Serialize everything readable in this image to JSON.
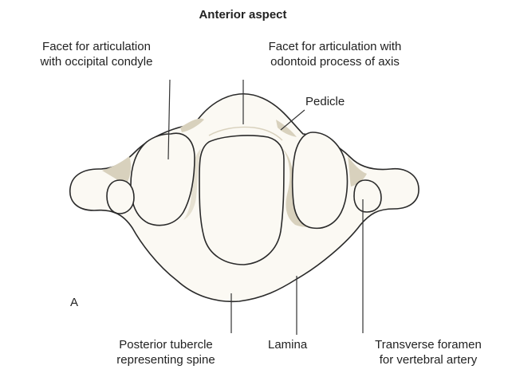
{
  "title": "Anterior aspect",
  "panel_letter": "A",
  "labels": {
    "facet_condyle_line1": "Facet for articulation",
    "facet_condyle_line2": "with occipital condyle",
    "facet_odontoid_line1": "Facet for articulation with",
    "facet_odontoid_line2": "odontoid process of axis",
    "pedicle": "Pedicle",
    "posterior_tubercle_line1": "Posterior tubercle",
    "posterior_tubercle_line2": "representing spine",
    "lamina": "Lamina",
    "transverse_foramen_line1": "Transverse foramen",
    "transverse_foramen_line2": "for vertebral artery"
  },
  "colors": {
    "bone_fill": "#fbf9f3",
    "bone_outline": "#2a2a2a",
    "shade": "#d8d1bd",
    "leader": "#333333"
  }
}
